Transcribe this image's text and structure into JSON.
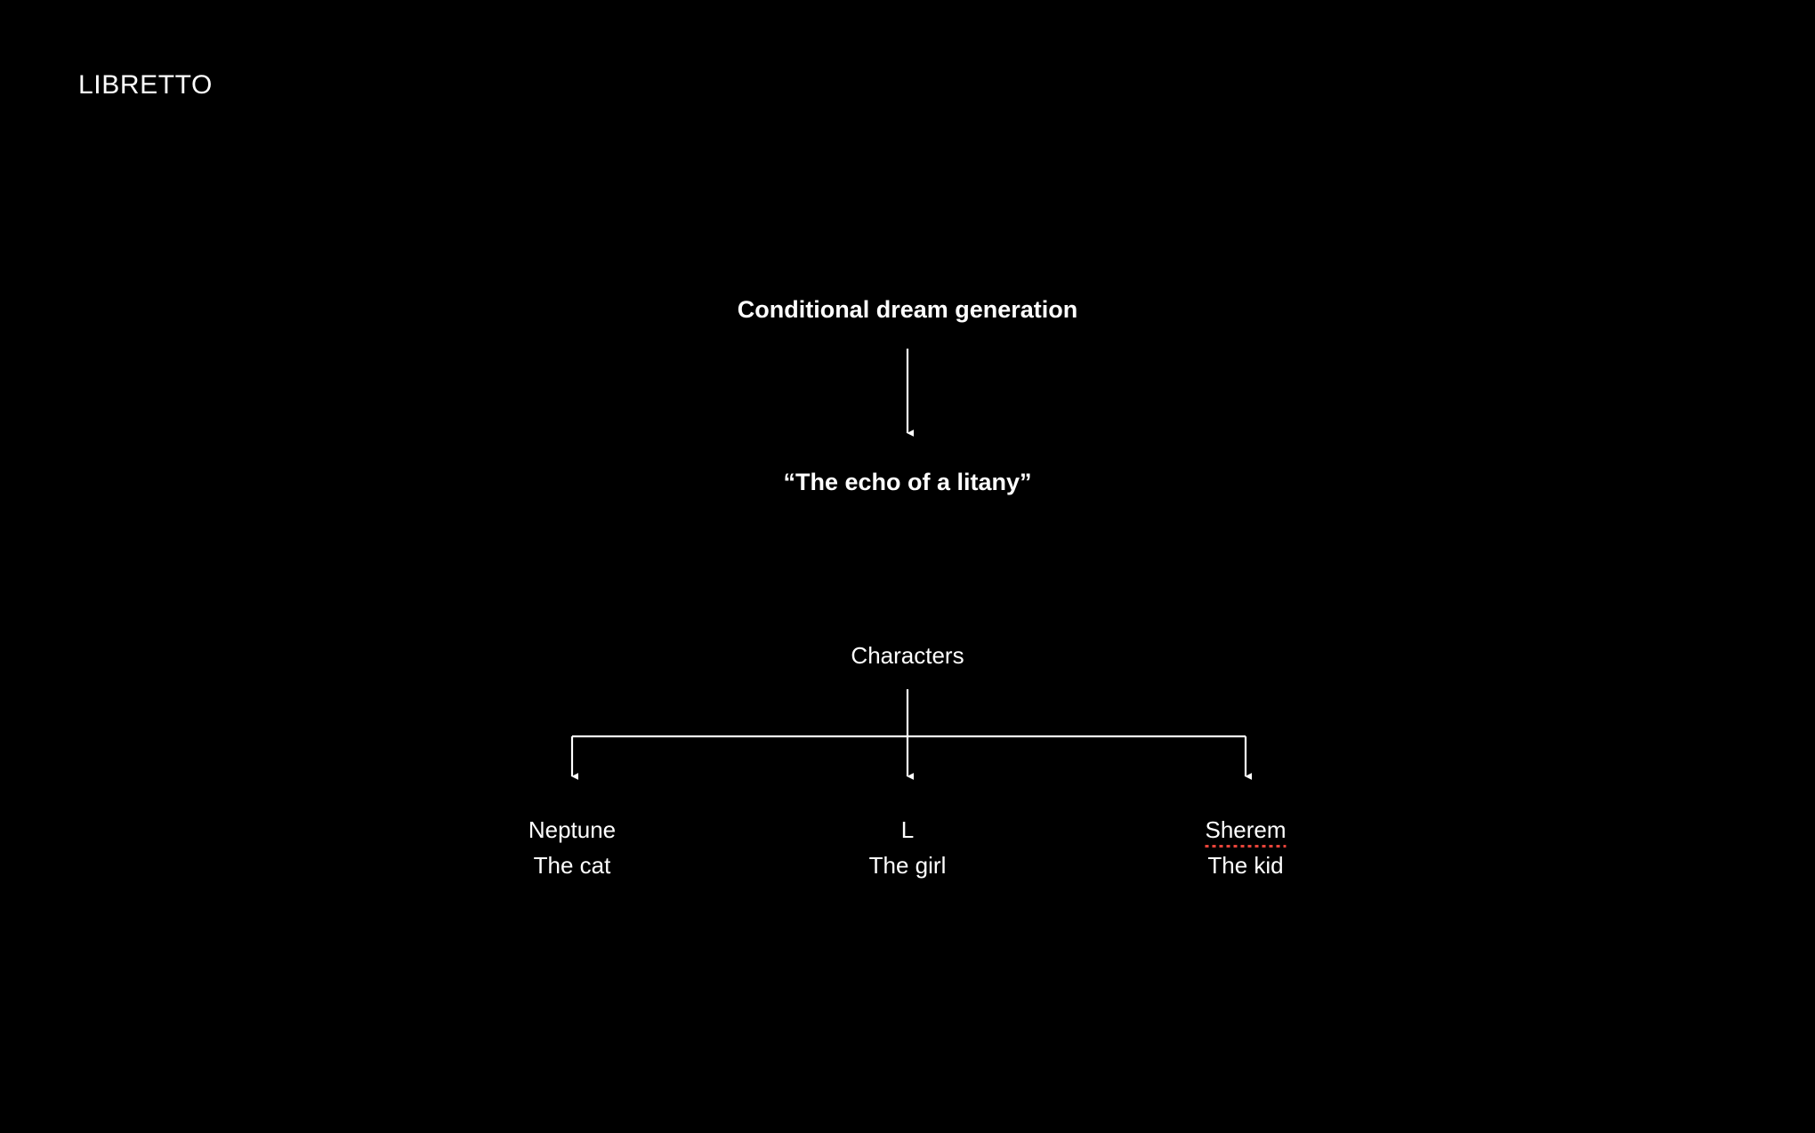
{
  "page": {
    "title": "LIBRETTO",
    "background_color": "#000000",
    "text_color": "#ffffff",
    "spellcheck_underline_color": "#e8443a"
  },
  "diagram": {
    "type": "flow",
    "groups": [
      {
        "name": "dream-generation",
        "root": "Conditional dream generation",
        "output": "“The echo of a litany”"
      },
      {
        "name": "characters",
        "root": "Characters",
        "leaves": [
          {
            "name": "Neptune",
            "role": "The cat",
            "misspelled": false
          },
          {
            "name": "L",
            "role": "The girl",
            "misspelled": false
          },
          {
            "name": "Sherem",
            "role": "The kid",
            "misspelled": true
          }
        ]
      }
    ]
  }
}
